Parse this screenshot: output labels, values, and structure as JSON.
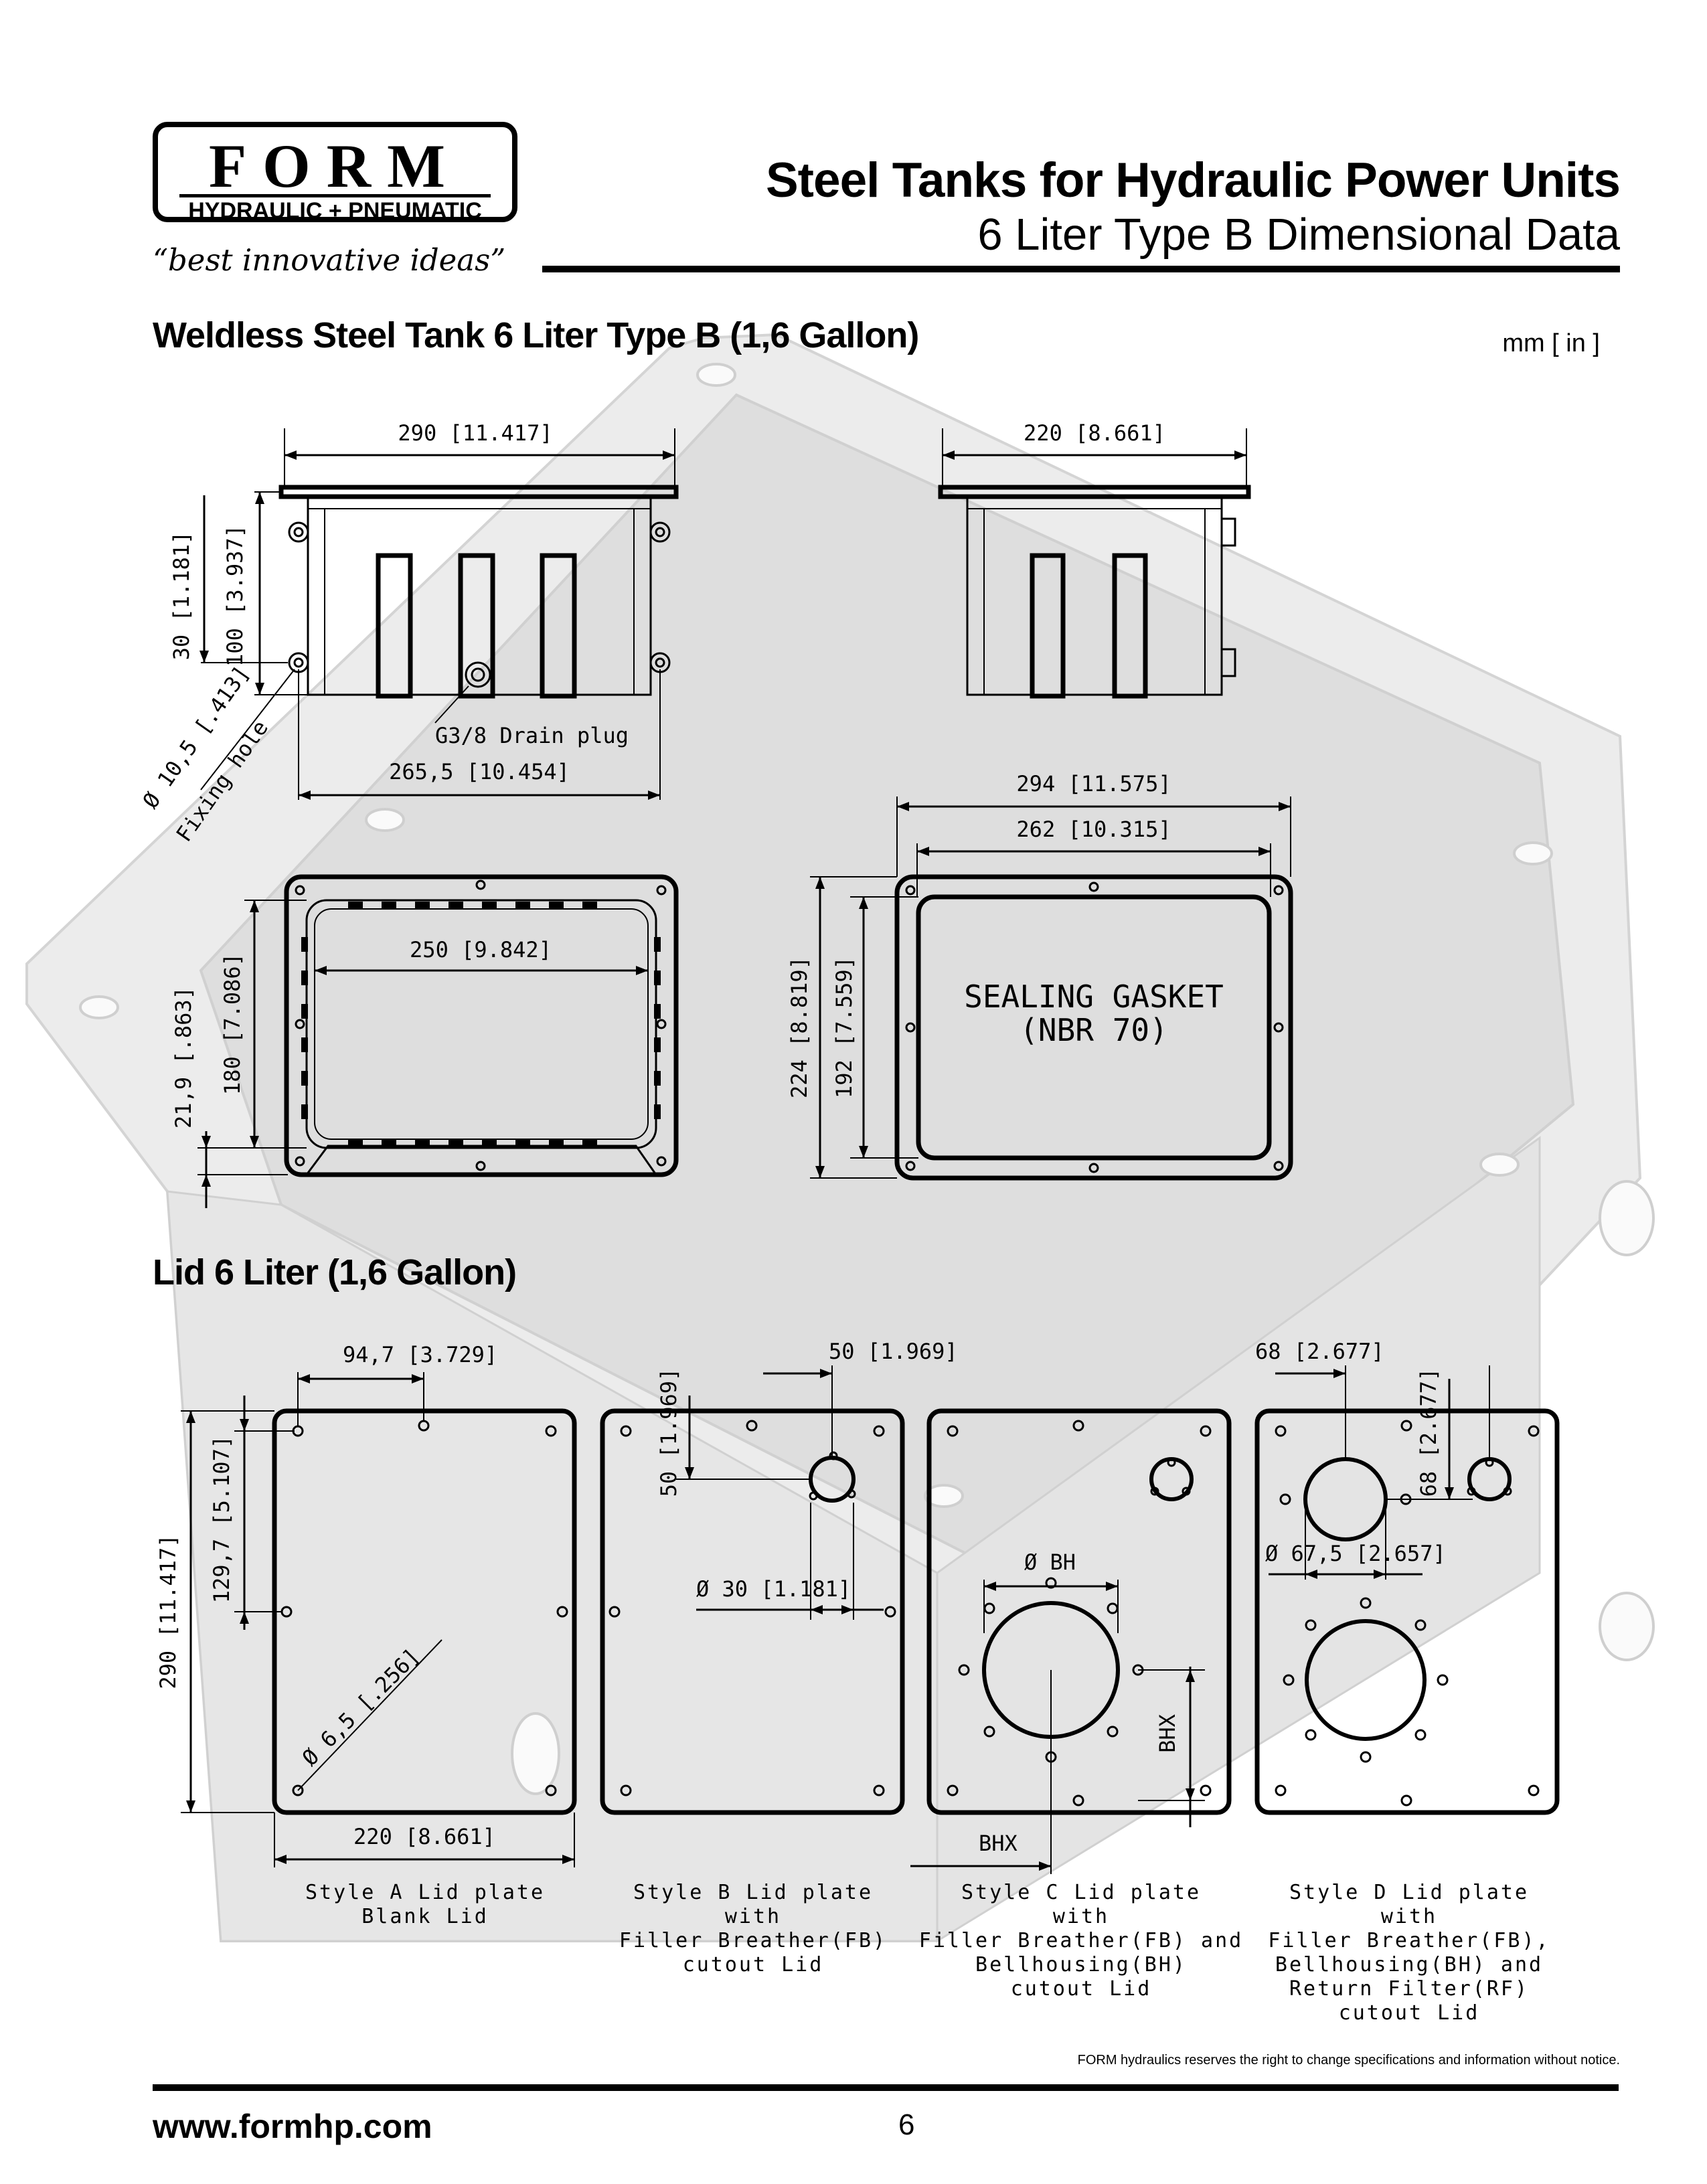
{
  "header": {
    "logo_name": "FORM",
    "logo_sub": "HYDRAULIC + PNEUMATIC",
    "tagline": "“best innovative ideas”",
    "title": "Steel Tanks for Hydraulic Power Units",
    "subtitle": "6 Liter Type B Dimensional Data"
  },
  "tank_section": {
    "heading": "Weldless Steel Tank 6 Liter Type B  (1,6 Gallon)",
    "units": "mm [ in ]",
    "front_view": {
      "width_dim": "290 [11.417]",
      "height_dim": "100 [3.937]",
      "lug_dim": "30 [1.181]",
      "fixing_hole_dim": "Ø 10,5 [.413]",
      "fixing_hole_label": "Fixing hole",
      "drain_plug": "G3/8 Drain plug",
      "hole_spacing_dim": "265,5 [10.454]"
    },
    "side_view": {
      "width_dim": "220 [8.661]"
    },
    "top_view": {
      "inner_width_dim": "250 [9.842]",
      "height_dim": "180 [7.086]",
      "offset_dim": "21,9 [.863]"
    },
    "gasket": {
      "outer_width_dim": "294 [11.575]",
      "inner_width_dim": "262 [10.315]",
      "outer_height_dim": "224 [8.819]",
      "inner_height_dim": "192 [7.559]",
      "label_line1": "SEALING GASKET",
      "label_line2": "(NBR 70)"
    }
  },
  "lid_section": {
    "heading": "Lid 6 Liter (1,6 Gallon)",
    "style_a": {
      "top_dim": "94,7 [3.729]",
      "height_dim": "290 [11.417]",
      "half_height_dim": "129,7 [5.107]",
      "hole_dim": "Ø 6,5 [.256]",
      "width_dim": "220 [8.661]",
      "caption": "Style A Lid plate\nBlank Lid"
    },
    "style_b": {
      "x_dim": "50 [1.969]",
      "y_dim": "50 [1.969]",
      "hole_dim": "Ø 30 [1.181]",
      "caption": "Style B Lid plate\nwith\nFiller Breather(FB)\ncutout Lid"
    },
    "style_c": {
      "bh_dia": "Ø BH",
      "bhx_h": "BHX",
      "bhx_v": "BHX",
      "caption": "Style C Lid plate\nwith\nFiller Breather(FB) and\nBellhousing(BH)\ncutout Lid"
    },
    "style_d": {
      "x_dim": "68 [2.677]",
      "y_dim": "68 [2.677]",
      "rf_dia": "Ø 67,5 [2.657]",
      "caption": "Style D Lid plate\nwith\nFiller Breather(FB),\nBellhousing(BH) and\nReturn Filter(RF)\ncutout Lid"
    }
  },
  "footer": {
    "disclaimer": "FORM hydraulics reserves the right to change specifications and information without notice.",
    "website": "www.formhp.com",
    "page": "6"
  }
}
